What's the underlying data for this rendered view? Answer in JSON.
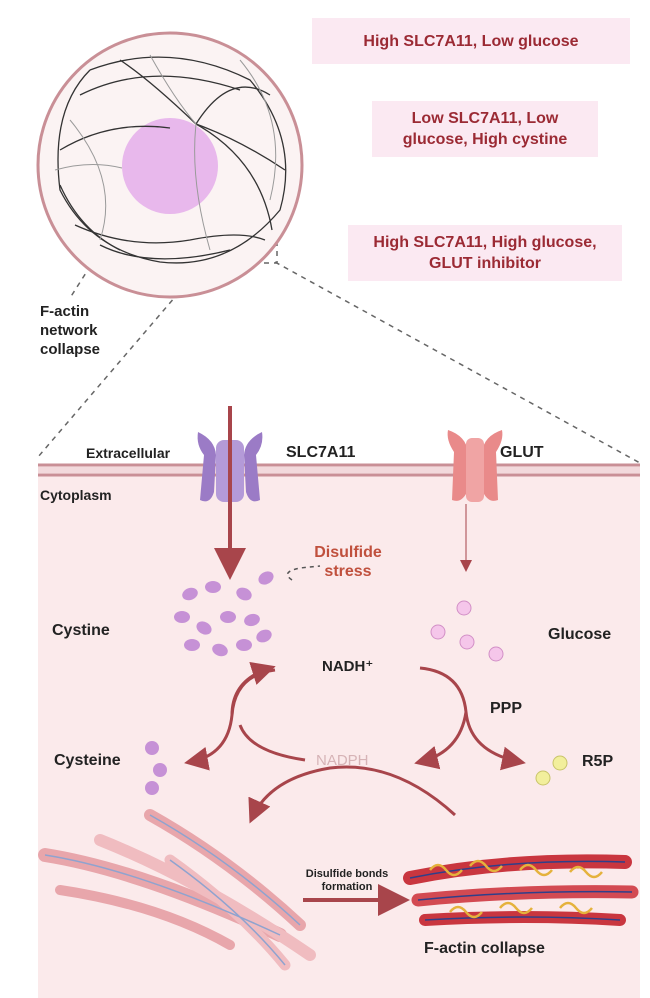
{
  "conditions": [
    "High SLC7A11, Low glucose",
    "Low SLC7A11, Low glucose, High cystine",
    "High SLC7A11, High glucose, GLUT inhibitor"
  ],
  "cell_callout": "F-actin network collapse",
  "membrane": {
    "extracellular": "Extracellular",
    "cytoplasm": "Cytoplasm",
    "transporter": "SLC7A11",
    "glucose_transporter": "GLUT"
  },
  "pathway": {
    "disulfide_stress": "Disulfide stress",
    "cystine": "Cystine",
    "glucose": "Glucose",
    "nadh": "NADH⁺",
    "ppp": "PPP",
    "nadph": "NADPH",
    "cysteine": "Cysteine",
    "r5p": "R5P",
    "bond_formation": "Disulfide bonds formation",
    "collapse": "F-actin collapse"
  },
  "colors": {
    "arrow": "#a8454b",
    "condition_text": "#9b2a34",
    "condition_bg": "#fbe9f2",
    "cytoplasm_bg": "#fbeaeb",
    "slc7a11": "#9b7bc6",
    "glut": "#e98a8a",
    "cystine_dot": "#c691d6",
    "glucose_dot": "#f5c6ea",
    "r5p_dot": "#f2ef9c",
    "nadph_text": "#d6b3b6",
    "nucleus": "#e8b8ec"
  }
}
